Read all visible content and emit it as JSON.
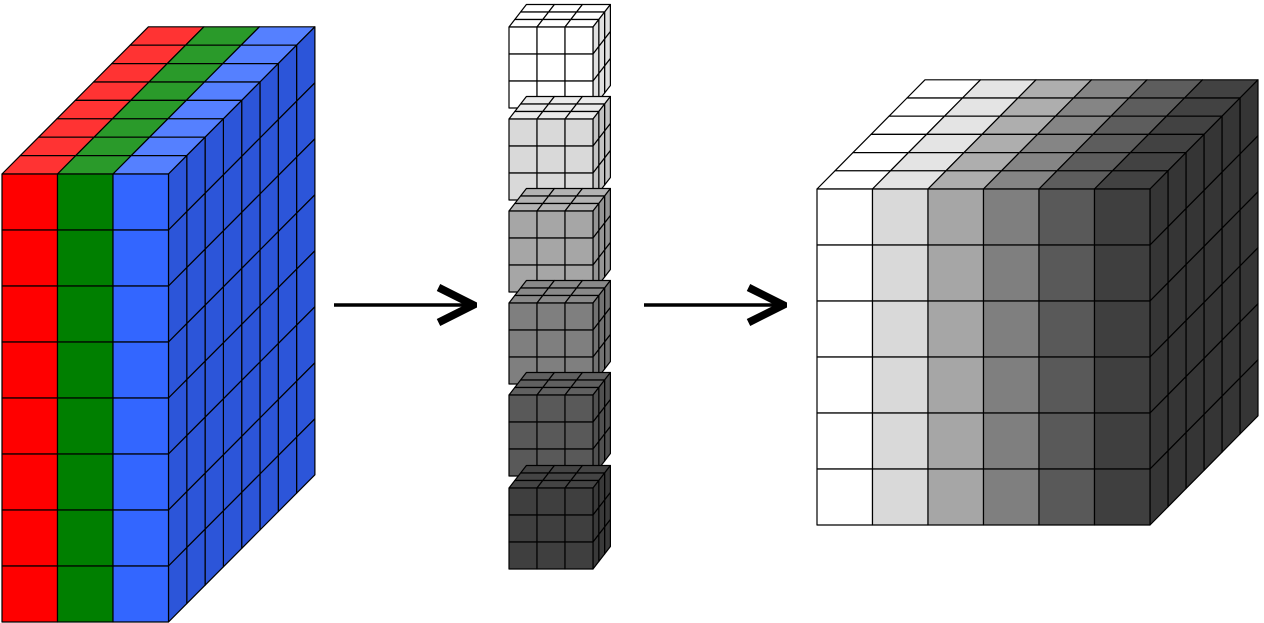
{
  "diagram": {
    "description_free": true,
    "input_tensor": {
      "channels": [
        {
          "name": "red-channel",
          "color": "#ff2a2a",
          "front": "#ff0000",
          "side": "#cc1111",
          "top": "#ff3333"
        },
        {
          "name": "green-channel",
          "color": "#008000",
          "front": "#007f00",
          "side": "#006600",
          "top": "#2a9a2a"
        },
        {
          "name": "blue-channel",
          "color": "#3366ff",
          "front": "#3366ff",
          "side": "#2c55d9",
          "top": "#5580ff"
        }
      ],
      "rows": 8,
      "depth": 8
    },
    "kernels": {
      "count": 6,
      "grid": 3,
      "shades": [
        "#ffffff",
        "#d9d9d9",
        "#a6a6a6",
        "#7f7f7f",
        "#595959",
        "#3f3f3f"
      ]
    },
    "output_tensor": {
      "columns": 6,
      "rows": 6,
      "depth": 6,
      "shades": [
        "#ffffff",
        "#d9d9d9",
        "#a6a6a6",
        "#7f7f7f",
        "#595959",
        "#3f3f3f"
      ]
    },
    "arrows": [
      {
        "name": "arrow-input-to-kernels"
      },
      {
        "name": "arrow-kernels-to-output"
      }
    ],
    "stroke_color": "#000000"
  }
}
